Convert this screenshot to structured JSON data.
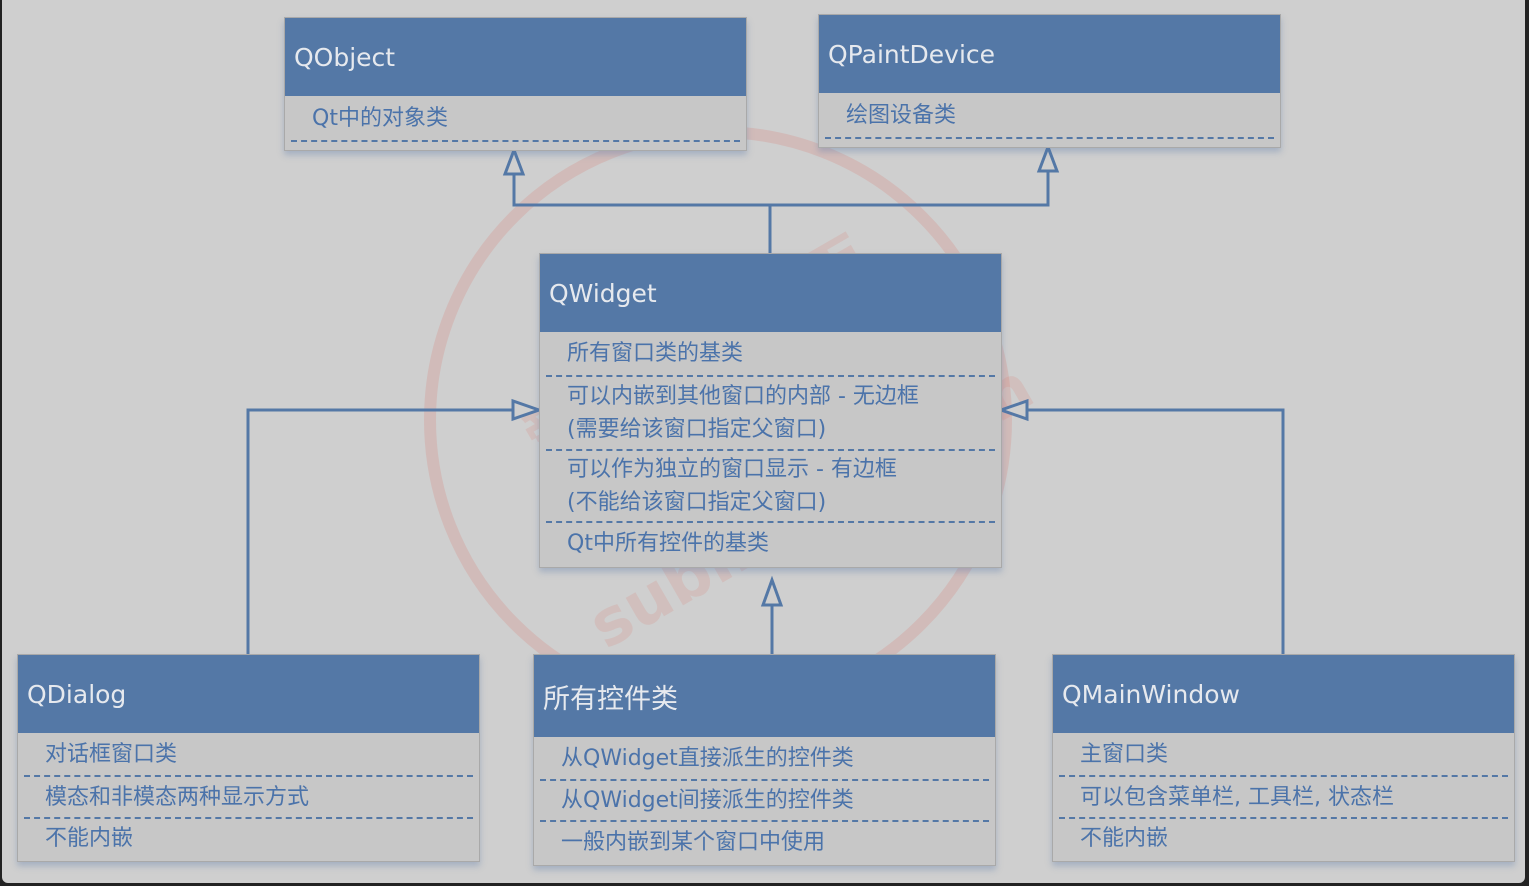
{
  "colors": {
    "header": "#5478a6",
    "body": "#c7c7c7",
    "text": "#4b73aa",
    "connector": "#5478a6",
    "background": "#cfcfcf"
  },
  "watermark": {
    "text_cn": "爱编程的大丙",
    "text_en": "subingwen.cn"
  },
  "classes": {
    "qobject": {
      "name": "QObject",
      "rows": [
        "Qt中的对象类"
      ]
    },
    "qpaintdevice": {
      "name": "QPaintDevice",
      "rows": [
        "绘图设备类"
      ]
    },
    "qwidget": {
      "name": "QWidget",
      "rows": [
        "所有窗口类的基类",
        "可以内嵌到其他窗口的内部 - 无边框",
        "(需要给该窗口指定父窗口)",
        "可以作为独立的窗口显示 - 有边框",
        "(不能给该窗口指定父窗口)",
        "Qt中所有控件的基类"
      ]
    },
    "qdialog": {
      "name": "QDialog",
      "rows": [
        "对话框窗口类",
        "模态和非模态两种显示方式",
        "不能内嵌"
      ]
    },
    "controls": {
      "name": "所有控件类",
      "rows": [
        "从QWidget直接派生的控件类",
        "从QWidget间接派生的控件类",
        "一般内嵌到某个窗口中使用"
      ]
    },
    "qmainwindow": {
      "name": "QMainWindow",
      "rows": [
        "主窗口类",
        "可以包含菜单栏, 工具栏, 状态栏",
        "不能内嵌"
      ]
    }
  }
}
